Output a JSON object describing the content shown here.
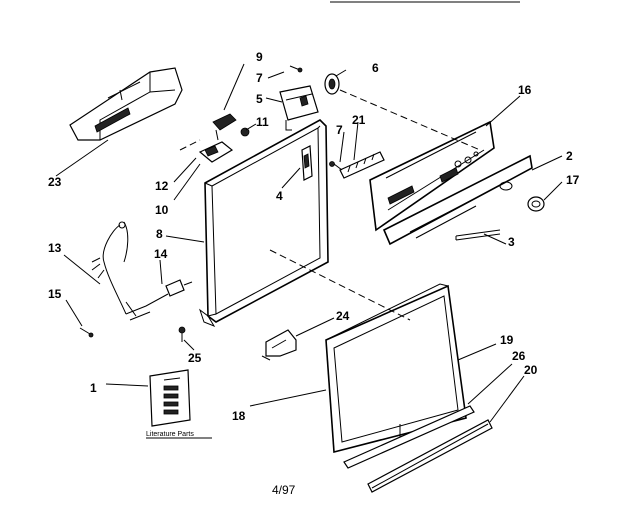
{
  "callouts": {
    "c1": "1",
    "c2": "2",
    "c3": "3",
    "c4": "4",
    "c5": "5",
    "c6": "6",
    "c7a": "7",
    "c7b": "7",
    "c8": "8",
    "c9": "9",
    "c10": "10",
    "c11": "11",
    "c12": "12",
    "c13": "13",
    "c14": "14",
    "c15": "15",
    "c16": "16",
    "c17": "17",
    "c18": "18",
    "c19": "19",
    "c20": "20",
    "c21": "21",
    "c23": "23",
    "c24": "24",
    "c25": "25",
    "c26": "26"
  },
  "literature_label": "Literature Parts",
  "footer_date": "4/97"
}
